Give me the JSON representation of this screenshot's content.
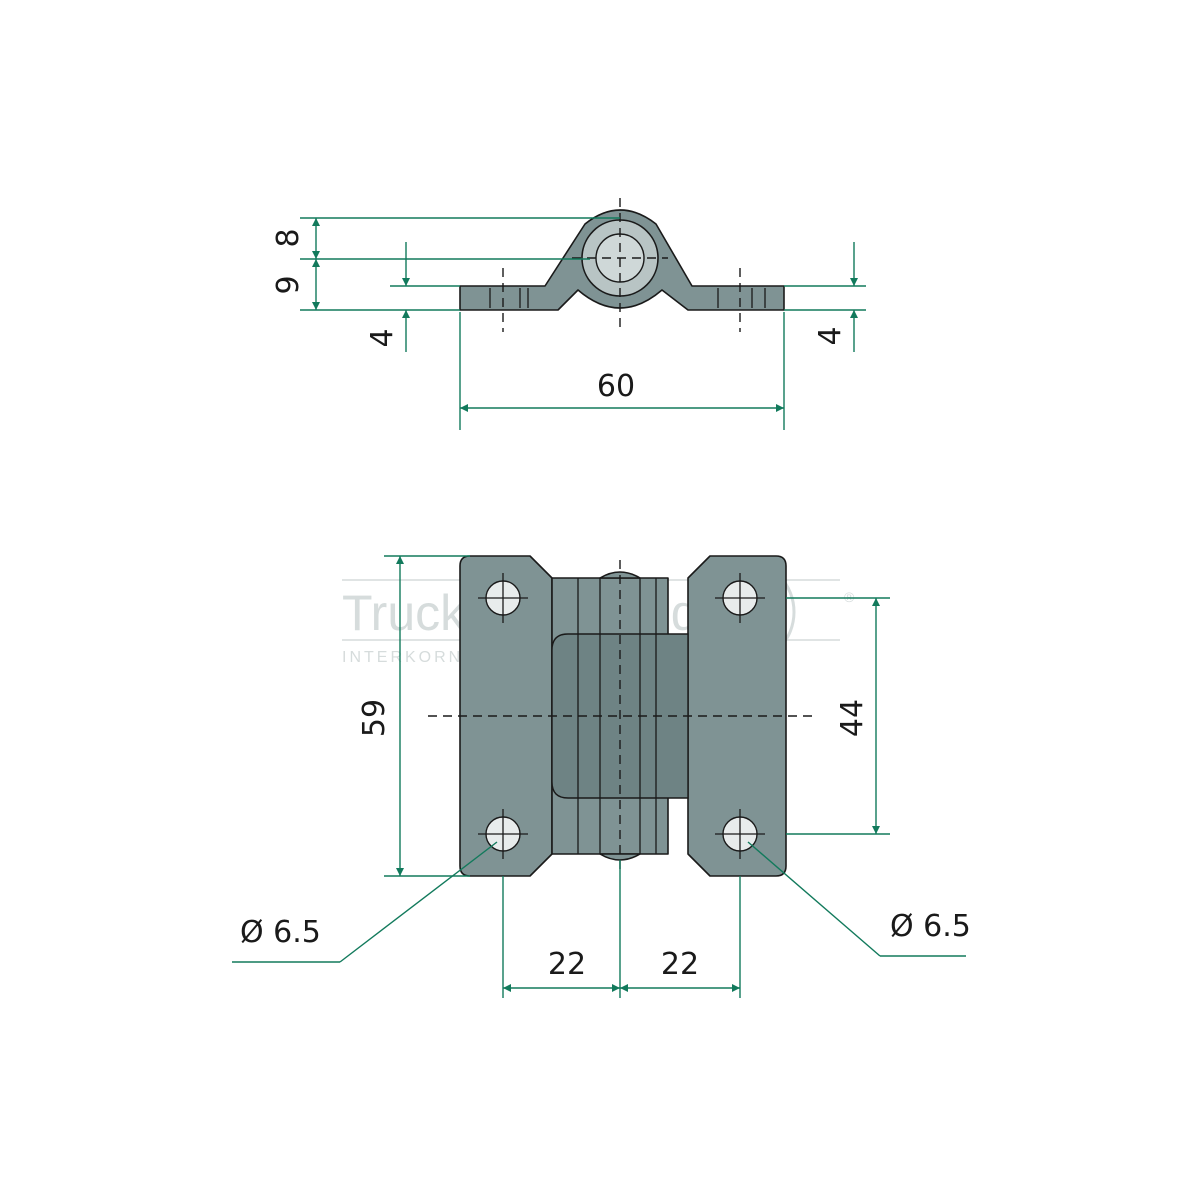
{
  "side_view": {
    "dim_height_top": "8",
    "dim_height_mid": "9",
    "dim_thickness_left": "4",
    "dim_thickness_right": "4",
    "dim_width": "60"
  },
  "top_view": {
    "dim_height": "59",
    "dim_hole_spacing_v": "44",
    "dim_hole_left": "Ø 6.5",
    "dim_hole_right": "Ø 6.5",
    "dim_half_left": "22",
    "dim_half_right": "22"
  },
  "watermark": {
    "brand": "TruckSystems.de",
    "registered": "®",
    "company": "INTERKORN GmbH"
  },
  "colors": {
    "part_fill": "#7f9394",
    "dimension_lines": "#127a5c",
    "outline": "#1a1a1a"
  }
}
